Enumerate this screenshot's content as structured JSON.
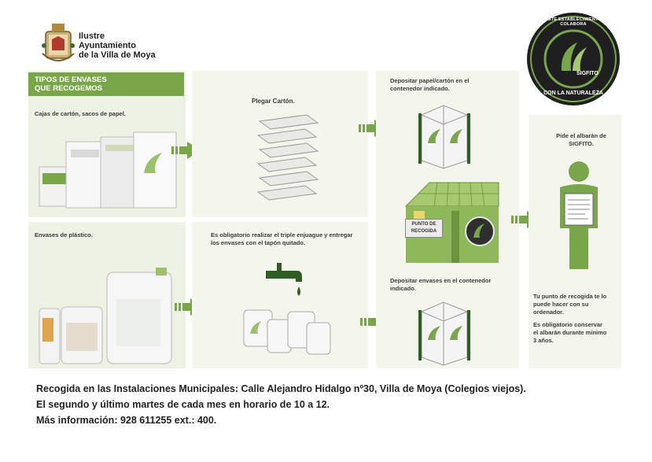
{
  "council": {
    "name_line1": "Ilustre",
    "name_line2": "Ayuntamiento",
    "name_line3": "de la Villa de Moya"
  },
  "seal": {
    "ring_text": "ESTE ESTABLECIMIENTO COLABORA",
    "bottom_text": "CON LA NATURALEZA",
    "brand": "SIGFITO"
  },
  "types": {
    "header_line1": "TIPOS DE ENVASES",
    "header_line2": "QUE RECOGEMOS",
    "paper_label": "Cajas de cartón, sacos de papel.",
    "plastic_label": "Envases de plástico."
  },
  "steps": {
    "fold": "Plegar Cartón.",
    "rinse": "Es obligatorio realizar el triple enjuague y entregar los envases con el tapón quitado.",
    "deposit_paper": "Depositar papel/cartón en el contenedor indicado.",
    "deposit_plastic": "Depositar envases en el contenedor indicado.",
    "collection_point": "PUNTO DE RECOGIDA",
    "request_receipt": "Pide el albarán de SIGFITO.",
    "note_point": "Tu punto de recogida te lo puede hacer con su ordenador.",
    "note_keep": "Es obligatorio conservar el albarán durante mínimo 3 años."
  },
  "footer": {
    "line1": "Recogida en las Instalaciones Municipales: Calle Alejandro Hidalgo nº30, Villa de Moya (Colegios viejos).",
    "line2": "El segundo y último martes de cada mes en horario de 10 a 12.",
    "line3": "Más información: 928 611255 ext.: 400."
  },
  "colors": {
    "green": "#7aa64a",
    "dark_green": "#2f5e25",
    "panel": "#eef2e4"
  }
}
